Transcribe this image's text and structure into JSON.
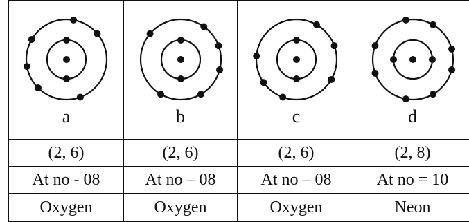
{
  "atoms": [
    {
      "label": "a",
      "config": "(2, 6)",
      "atomic_number": "At no - 08",
      "name": "Oxygen",
      "inner_electrons": [
        90,
        270
      ],
      "outer_electrons": [
        40,
        80,
        150,
        190,
        225,
        290
      ]
    },
    {
      "label": "b",
      "config": "(2, 6)",
      "atomic_number": "At no – 08",
      "name": "Oxygen",
      "inner_electrons": [
        90,
        270
      ],
      "outer_electrons": [
        20,
        55,
        140,
        240,
        300,
        345
      ]
    },
    {
      "label": "c",
      "config": "(2, 6)",
      "atomic_number": "At no – 08",
      "name": "Oxygen",
      "inner_electrons": [
        90,
        270
      ],
      "outer_electrons": [
        20,
        60,
        175,
        215,
        250,
        330
      ]
    },
    {
      "label": "d",
      "config": "(2, 8)",
      "atomic_number": "At no = 10",
      "name": "Neon",
      "inner_electrons": [
        0,
        180
      ],
      "outer_electrons": [
        15,
        60,
        100,
        160,
        200,
        260,
        300,
        345
      ]
    }
  ]
}
